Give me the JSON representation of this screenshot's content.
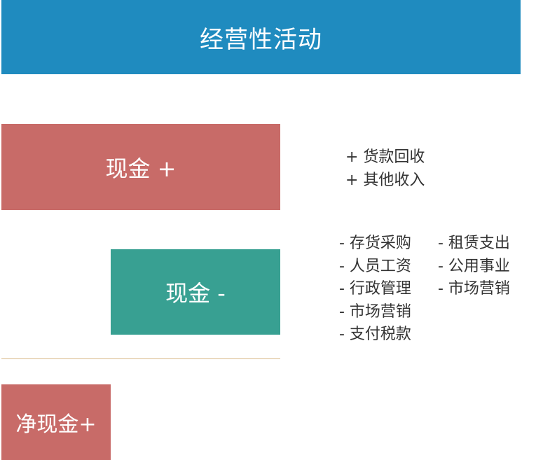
{
  "header": {
    "title": "经营性活动"
  },
  "cash_in": {
    "label": "现金 +",
    "items": [
      "+ 货款回收",
      "+ 其他收入"
    ]
  },
  "cash_out": {
    "label": "现金 -",
    "items_col1": [
      "- 存货采购",
      "- 人员工资",
      "- 行政管理",
      "- 市场营销",
      "- 支付税款"
    ],
    "items_col2": [
      "- 租赁支出",
      "- 公用事业",
      "- 市场营销"
    ]
  },
  "net_cash": {
    "label": "净现金+"
  },
  "colors": {
    "header_bg": "#1f8bbf",
    "inflow_bg": "#c86b68",
    "outflow_bg": "#38a092",
    "divider": "#d9b98a"
  }
}
